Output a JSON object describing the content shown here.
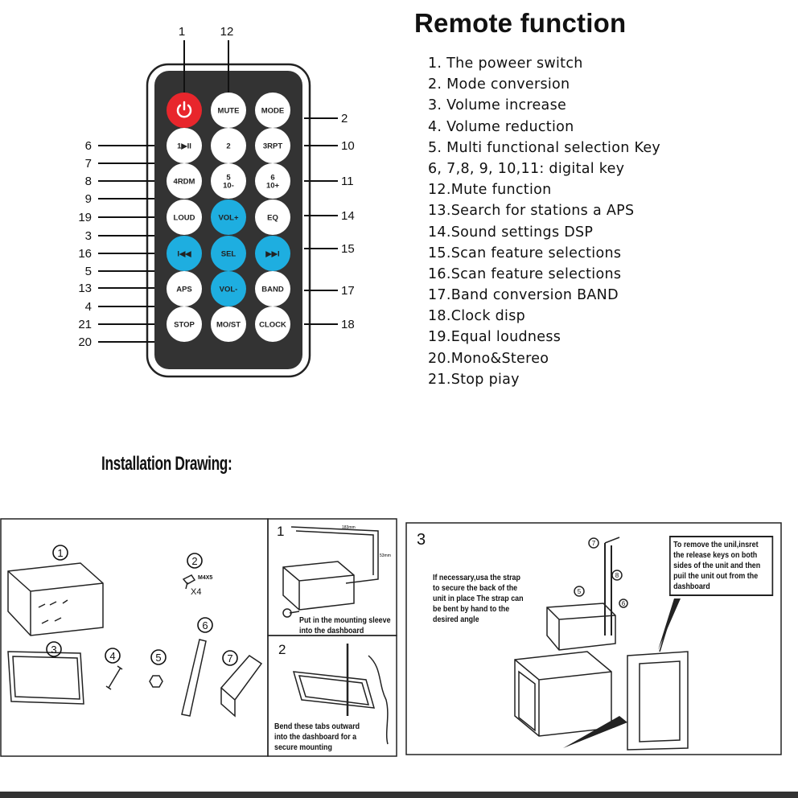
{
  "remote": {
    "title": "Remote function",
    "buttons": [
      {
        "label": "",
        "icon": "power-icon",
        "color": "#e8262c"
      },
      {
        "label": "MUTE",
        "color": "#ffffff"
      },
      {
        "label": "MODE",
        "color": "#ffffff"
      },
      {
        "label": "1▶II",
        "color": "#ffffff"
      },
      {
        "label": "2",
        "color": "#ffffff"
      },
      {
        "label": "3RPT",
        "color": "#ffffff"
      },
      {
        "label": "4RDM",
        "color": "#ffffff"
      },
      {
        "label": "5\n10-",
        "color": "#ffffff"
      },
      {
        "label": "6\n10+",
        "color": "#ffffff"
      },
      {
        "label": "LOUD",
        "color": "#ffffff"
      },
      {
        "label": "VOL+",
        "color": "#1eaee0"
      },
      {
        "label": "EQ",
        "color": "#ffffff"
      },
      {
        "label": "I◀◀",
        "color": "#1eaee0"
      },
      {
        "label": "SEL",
        "color": "#1eaee0"
      },
      {
        "label": "▶▶I",
        "color": "#1eaee0"
      },
      {
        "label": "APS",
        "color": "#ffffff"
      },
      {
        "label": "VOL-",
        "color": "#1eaee0"
      },
      {
        "label": "BAND",
        "color": "#ffffff"
      },
      {
        "label": "STOP",
        "color": "#ffffff"
      },
      {
        "label": "MO/ST",
        "color": "#ffffff"
      },
      {
        "label": "CLOCK",
        "color": "#ffffff"
      }
    ],
    "callouts_left": [
      "6",
      "7",
      "8",
      "9",
      "19",
      "3",
      "16",
      "5",
      "13",
      "4",
      "21",
      "20"
    ],
    "callouts_right": [
      "2",
      "10",
      "11",
      "14",
      "15",
      "17",
      "18"
    ],
    "callouts_top": [
      "1",
      "12"
    ],
    "functions": [
      "1. The poweer switch",
      "2. Mode conversion",
      "3. Volume increase",
      "4. Volume reduction",
      "5. Multi functional selection Key",
      "6, 7,8, 9, 10,11: digital key",
      "12.Mute function",
      "13.Search for stations a APS",
      "14.Sound settings DSP",
      "15.Scan feature selections",
      "16.Scan feature selections",
      "17.Band conversion BAND",
      "18.Clock disp",
      "19.Equal loudness",
      "20.Mono&Stereo",
      "21.Stop piay"
    ]
  },
  "installation": {
    "title": "Installation Drawing:",
    "parts": [
      "1",
      "2",
      "3",
      "4",
      "5",
      "6",
      "7"
    ],
    "screw_label": "M4X5",
    "screw_qty": "X4",
    "step1": {
      "num": "1",
      "text": "Put in the mounting sleeve into the dashboard",
      "dim_w": "183mm",
      "dim_h": "53mm"
    },
    "step2": {
      "num": "2",
      "text": "Bend these tabs outward into the dashboard for a secure mounting"
    },
    "step3": {
      "num": "3",
      "text": "If necessary,usa the strap to secure the back of the unit in place The strap can be bent by hand to the desired angle",
      "callout": "To remove the unil,insret the release keys on both sides of the unit and then puil the unit out from the dashboard",
      "parts": [
        "7",
        "8",
        "5",
        "6"
      ]
    }
  }
}
